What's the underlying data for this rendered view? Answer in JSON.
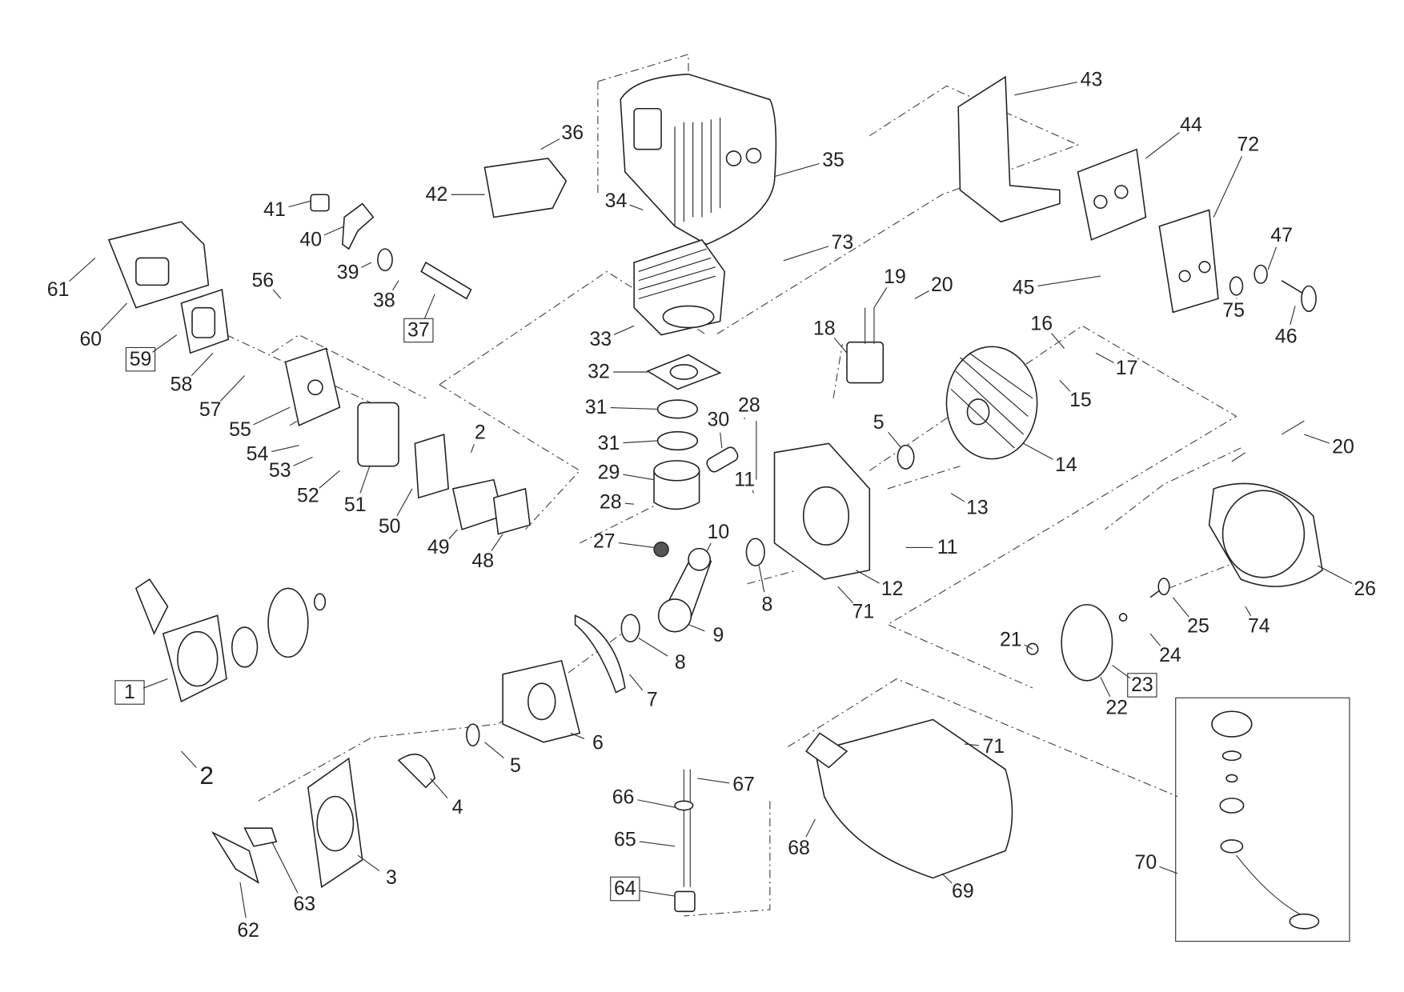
{
  "diagram": {
    "type": "exploded parts diagram",
    "callouts": [
      {
        "label": "43",
        "boxed": false
      },
      {
        "label": "44",
        "boxed": false
      },
      {
        "label": "72",
        "boxed": false
      },
      {
        "label": "47",
        "boxed": false
      },
      {
        "label": "75",
        "boxed": false
      },
      {
        "label": "46",
        "boxed": false
      },
      {
        "label": "45",
        "boxed": false
      },
      {
        "label": "35",
        "boxed": false
      },
      {
        "label": "36",
        "boxed": false
      },
      {
        "label": "42",
        "boxed": false
      },
      {
        "label": "34",
        "boxed": false
      },
      {
        "label": "73",
        "boxed": false
      },
      {
        "label": "41",
        "boxed": false
      },
      {
        "label": "40",
        "boxed": false
      },
      {
        "label": "39",
        "boxed": false
      },
      {
        "label": "38",
        "boxed": false
      },
      {
        "label": "37",
        "boxed": true
      },
      {
        "label": "61",
        "boxed": false
      },
      {
        "label": "60",
        "boxed": false
      },
      {
        "label": "59",
        "boxed": true
      },
      {
        "label": "56",
        "boxed": false
      },
      {
        "label": "58",
        "boxed": false
      },
      {
        "label": "57",
        "boxed": false
      },
      {
        "label": "55",
        "boxed": false
      },
      {
        "label": "54",
        "boxed": false
      },
      {
        "label": "53",
        "boxed": false
      },
      {
        "label": "52",
        "boxed": false
      },
      {
        "label": "51",
        "boxed": false
      },
      {
        "label": "50",
        "boxed": false
      },
      {
        "label": "49",
        "boxed": false
      },
      {
        "label": "48",
        "boxed": false
      },
      {
        "label": "2",
        "boxed": false
      },
      {
        "label": "33",
        "boxed": false
      },
      {
        "label": "32",
        "boxed": false
      },
      {
        "label": "31",
        "boxed": false
      },
      {
        "label": "31",
        "boxed": false
      },
      {
        "label": "30",
        "boxed": false
      },
      {
        "label": "28",
        "boxed": false
      },
      {
        "label": "29",
        "boxed": false
      },
      {
        "label": "28",
        "boxed": false
      },
      {
        "label": "27",
        "boxed": false
      },
      {
        "label": "10",
        "boxed": false
      },
      {
        "label": "9",
        "boxed": false
      },
      {
        "label": "8",
        "boxed": false
      },
      {
        "label": "7",
        "boxed": false
      },
      {
        "label": "6",
        "boxed": false
      },
      {
        "label": "5",
        "boxed": false
      },
      {
        "label": "4",
        "boxed": false
      },
      {
        "label": "3",
        "boxed": false
      },
      {
        "label": "62",
        "boxed": false
      },
      {
        "label": "63",
        "boxed": false
      },
      {
        "label": "1",
        "boxed": true
      },
      {
        "label": "2",
        "boxed": false
      },
      {
        "label": "19",
        "boxed": false
      },
      {
        "label": "20",
        "boxed": false
      },
      {
        "label": "18",
        "boxed": false
      },
      {
        "label": "16",
        "boxed": false
      },
      {
        "label": "17",
        "boxed": false
      },
      {
        "label": "15",
        "boxed": false
      },
      {
        "label": "14",
        "boxed": false
      },
      {
        "label": "5",
        "boxed": false
      },
      {
        "label": "11",
        "boxed": false
      },
      {
        "label": "13",
        "boxed": false
      },
      {
        "label": "11",
        "boxed": false
      },
      {
        "label": "12",
        "boxed": false
      },
      {
        "label": "71",
        "boxed": false
      },
      {
        "label": "8",
        "boxed": false
      },
      {
        "label": "20",
        "boxed": false
      },
      {
        "label": "26",
        "boxed": false
      },
      {
        "label": "25",
        "boxed": false
      },
      {
        "label": "74",
        "boxed": false
      },
      {
        "label": "24",
        "boxed": false
      },
      {
        "label": "23",
        "boxed": true
      },
      {
        "label": "22",
        "boxed": false
      },
      {
        "label": "21",
        "boxed": false
      },
      {
        "label": "71",
        "boxed": false
      },
      {
        "label": "67",
        "boxed": false
      },
      {
        "label": "66",
        "boxed": false
      },
      {
        "label": "65",
        "boxed": false
      },
      {
        "label": "64",
        "boxed": true
      },
      {
        "label": "68",
        "boxed": false
      },
      {
        "label": "69",
        "boxed": false
      },
      {
        "label": "70",
        "boxed": false
      }
    ],
    "line_color": "#222222",
    "background": "#ffffff"
  }
}
